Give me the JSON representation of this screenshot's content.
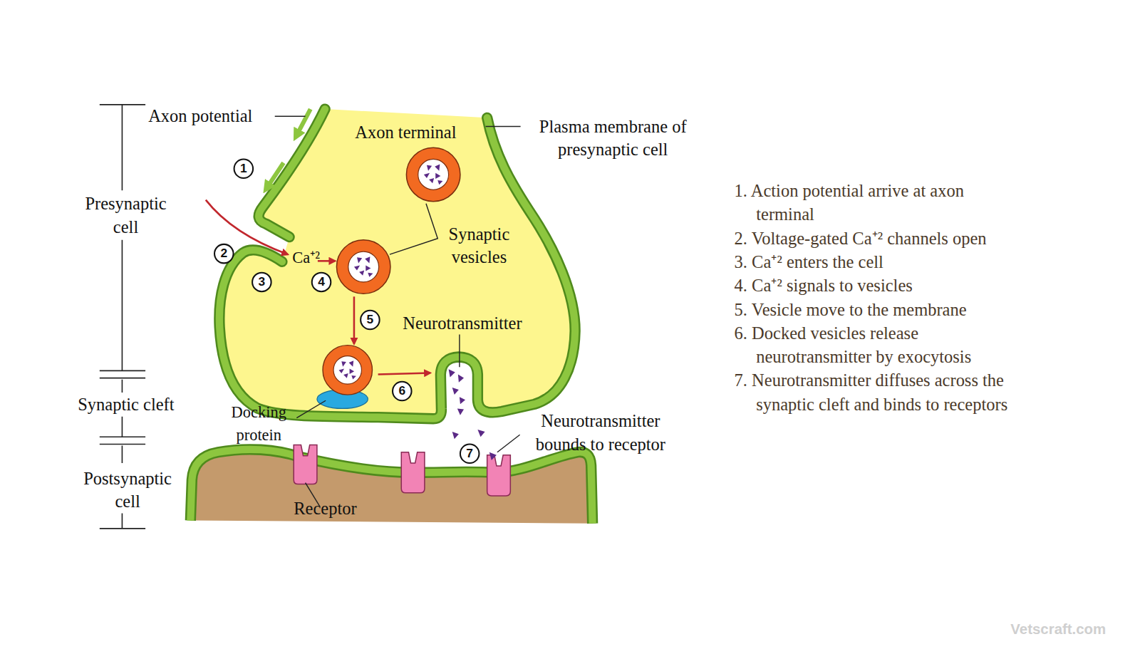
{
  "diagram": {
    "nodes": [
      {
        "text": [
          "Axon terminal"
        ]
      },
      {
        "text": [
          "1"
        ]
      },
      {
        "text": [
          "2"
        ]
      },
      {
        "text": [
          "3"
        ],
        "in": 0
      },
      {
        "text": [
          "4"
        ],
        "in": 0
      },
      {
        "text": [
          "5"
        ],
        "in": 0
      },
      {
        "text": [
          "6"
        ],
        "in": 0
      },
      {
        "text": [
          "7"
        ]
      }
    ],
    "labels": [
      "Axon potential",
      "Plasma membrane of presynaptic cell",
      "Presynaptic cell",
      "Synaptic vesicles",
      "Ca⁺²",
      "Neurotransmitter",
      "Docking protein",
      "Synaptic cleft",
      "Neurotransmitter bounds to receptor",
      "Postsynaptic cell",
      "Receptor",
      "1. Action potential arrive at axon terminal",
      "2. Voltage-gated Ca⁺² channels open",
      "3. Ca⁺² enters the cell",
      "4. Ca⁺² signals to vesicles",
      "5. Vesicle move to the membrane",
      "6. Docked vesicles release neurotransmitter by exocytosis",
      "7. Neurotransmitter diffuses across the synaptic cleft and binds to receptors",
      "Vetscraft.com"
    ]
  }
}
